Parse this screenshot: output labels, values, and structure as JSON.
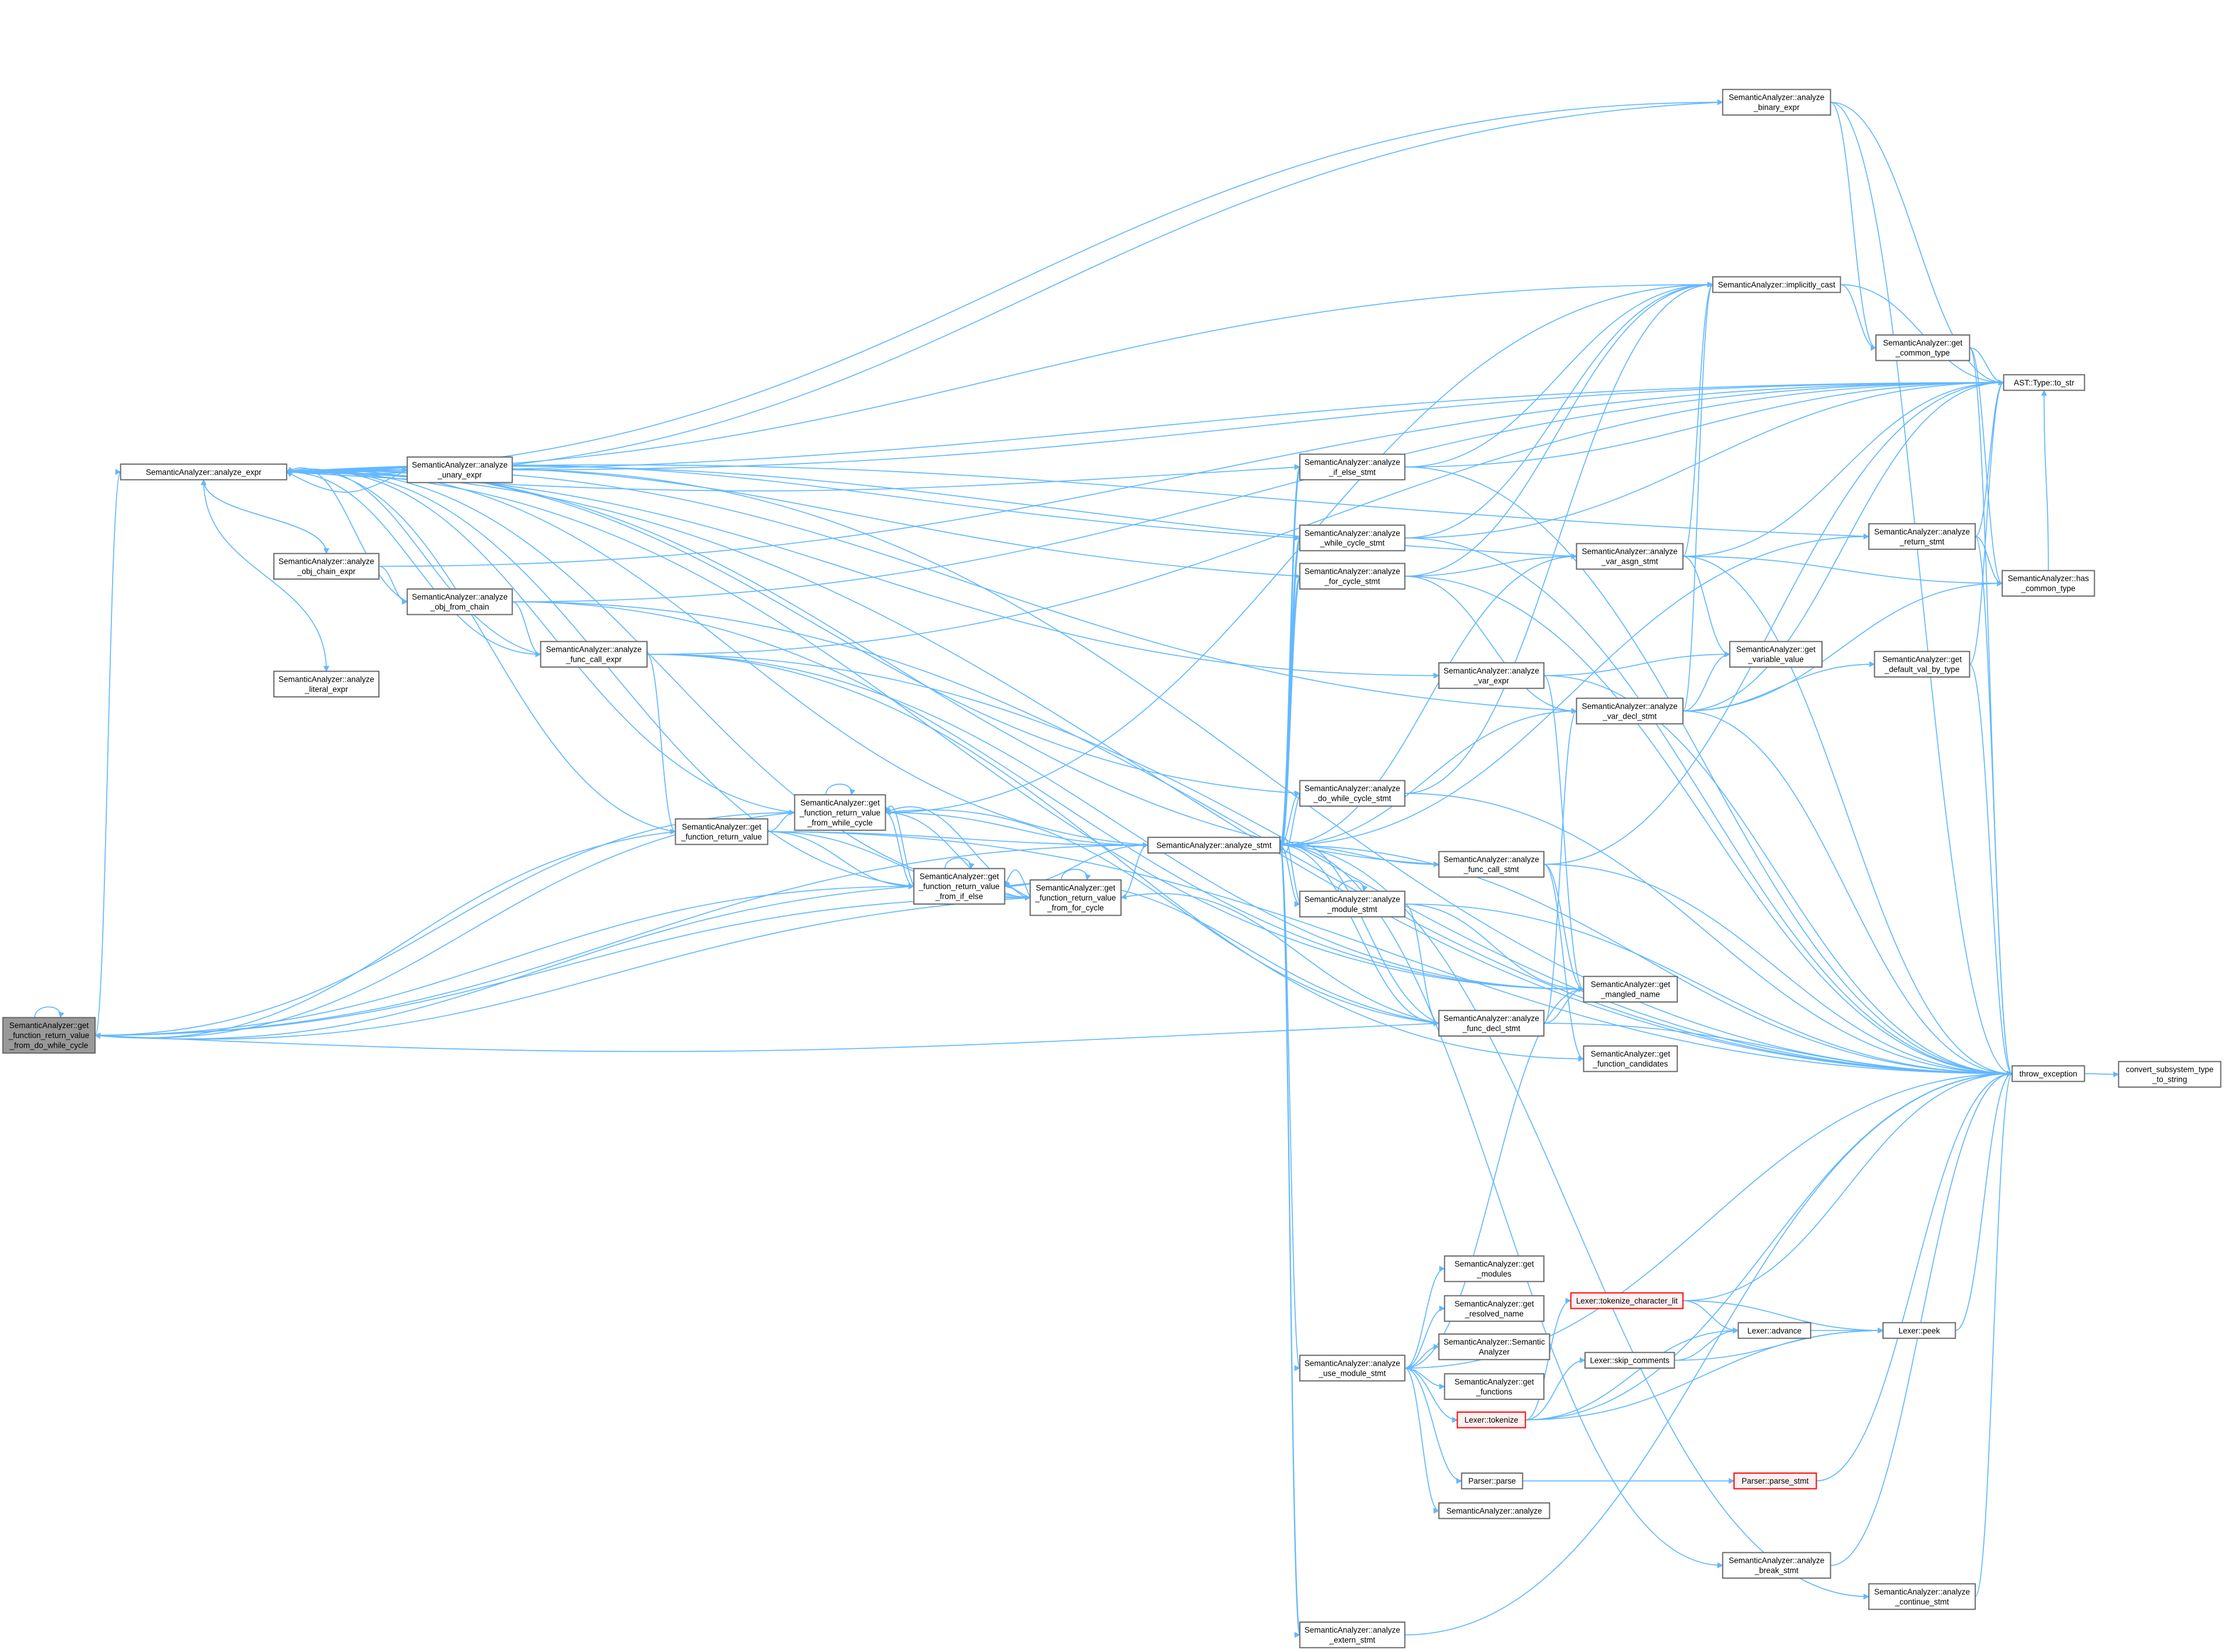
{
  "graph": {
    "type": "call-graph",
    "edge_color": "#63b8ff",
    "root_fill": "#999999",
    "unresolved_border": "#ff0000",
    "nodes": {
      "root": {
        "lines": [
          "SemanticAnalyzer::get",
          "_function_return_value",
          "_from_do_while_cycle"
        ],
        "style": "root"
      },
      "expr": {
        "lines": [
          "SemanticAnalyzer::analyze_expr"
        ]
      },
      "unary": {
        "lines": [
          "SemanticAnalyzer::analyze",
          "_unary_expr"
        ]
      },
      "objchain": {
        "lines": [
          "SemanticAnalyzer::analyze",
          "_obj_chain_expr"
        ]
      },
      "objfrom": {
        "lines": [
          "SemanticAnalyzer::analyze",
          "_obj_from_chain"
        ]
      },
      "funccallexpr": {
        "lines": [
          "SemanticAnalyzer::analyze",
          "_func_call_expr"
        ]
      },
      "literal": {
        "lines": [
          "SemanticAnalyzer::analyze",
          "_literal_expr"
        ]
      },
      "gfrv": {
        "lines": [
          "SemanticAnalyzer::get",
          "_function_return_value"
        ]
      },
      "fwhile": {
        "lines": [
          "SemanticAnalyzer::get",
          "_function_return_value",
          "_from_while_cycle"
        ]
      },
      "fifelse": {
        "lines": [
          "SemanticAnalyzer::get",
          "_function_return_value",
          "_from_if_else"
        ]
      },
      "ffor": {
        "lines": [
          "SemanticAnalyzer::get",
          "_function_return_value",
          "_from_for_cycle"
        ]
      },
      "stmt": {
        "lines": [
          "SemanticAnalyzer::analyze_stmt"
        ]
      },
      "ifelsestmt": {
        "lines": [
          "SemanticAnalyzer::analyze",
          "_if_else_stmt"
        ]
      },
      "whilestmt": {
        "lines": [
          "SemanticAnalyzer::analyze",
          "_while_cycle_stmt"
        ]
      },
      "forstmt": {
        "lines": [
          "SemanticAnalyzer::analyze",
          "_for_cycle_stmt"
        ]
      },
      "dowhilestmt": {
        "lines": [
          "SemanticAnalyzer::analyze",
          "_do_while_cycle_stmt"
        ]
      },
      "modulestmt": {
        "lines": [
          "SemanticAnalyzer::analyze",
          "_module_stmt"
        ]
      },
      "usemodule": {
        "lines": [
          "SemanticAnalyzer::analyze",
          "_use_module_stmt"
        ]
      },
      "externstmt": {
        "lines": [
          "SemanticAnalyzer::analyze",
          "_extern_stmt"
        ]
      },
      "varexpr": {
        "lines": [
          "SemanticAnalyzer::analyze",
          "_var_expr"
        ]
      },
      "funccallstmt": {
        "lines": [
          "SemanticAnalyzer::analyze",
          "_func_call_stmt"
        ]
      },
      "funcdecl": {
        "lines": [
          "SemanticAnalyzer::analyze",
          "_func_decl_stmt"
        ]
      },
      "getmodules": {
        "lines": [
          "SemanticAnalyzer::get",
          "_modules"
        ]
      },
      "resolved": {
        "lines": [
          "SemanticAnalyzer::get",
          "_resolved_name"
        ]
      },
      "ctor": {
        "lines": [
          "SemanticAnalyzer::Semantic",
          "Analyzer"
        ]
      },
      "getfunctions": {
        "lines": [
          "SemanticAnalyzer::get",
          "_functions"
        ]
      },
      "tokenize": {
        "lines": [
          "Lexer::tokenize"
        ],
        "style": "red"
      },
      "parse": {
        "lines": [
          "Parser::parse"
        ]
      },
      "analyze": {
        "lines": [
          "SemanticAnalyzer::analyze"
        ]
      },
      "varasgn": {
        "lines": [
          "SemanticAnalyzer::analyze",
          "_var_asgn_stmt"
        ]
      },
      "vardecl": {
        "lines": [
          "SemanticAnalyzer::analyze",
          "_var_decl_stmt"
        ]
      },
      "mangled": {
        "lines": [
          "SemanticAnalyzer::get",
          "_mangled_name"
        ]
      },
      "candidates": {
        "lines": [
          "SemanticAnalyzer::get",
          "_function_candidates"
        ]
      },
      "charlit": {
        "lines": [
          "Lexer::tokenize_character_lit"
        ],
        "style": "red"
      },
      "skipcomments": {
        "lines": [
          "Lexer::skip_comments"
        ]
      },
      "binary": {
        "lines": [
          "SemanticAnalyzer::analyze",
          "_binary_expr"
        ]
      },
      "implicit": {
        "lines": [
          "SemanticAnalyzer::implicitly_cast"
        ]
      },
      "varvalue": {
        "lines": [
          "SemanticAnalyzer::get",
          "_variable_value"
        ]
      },
      "advance": {
        "lines": [
          "Lexer::advance"
        ]
      },
      "parsestmt": {
        "lines": [
          "Parser::parse_stmt"
        ],
        "style": "red"
      },
      "breakstmt": {
        "lines": [
          "SemanticAnalyzer::analyze",
          "_break_stmt"
        ]
      },
      "commontype": {
        "lines": [
          "SemanticAnalyzer::get",
          "_common_type"
        ]
      },
      "returnstmt": {
        "lines": [
          "SemanticAnalyzer::analyze",
          "_return_stmt"
        ]
      },
      "defaultval": {
        "lines": [
          "SemanticAnalyzer::get",
          "_default_val_by_type"
        ]
      },
      "continuestmt": {
        "lines": [
          "SemanticAnalyzer::analyze",
          "_continue_stmt"
        ]
      },
      "peek": {
        "lines": [
          "Lexer::peek"
        ]
      },
      "tostr": {
        "lines": [
          "AST::Type::to_str"
        ]
      },
      "hascommon": {
        "lines": [
          "SemanticAnalyzer::has",
          "_common_type"
        ]
      },
      "throw": {
        "lines": [
          "throw_exception"
        ]
      },
      "convert": {
        "lines": [
          "convert_subsystem_type",
          "_to_string"
        ]
      }
    },
    "edges": [
      [
        "root",
        "root"
      ],
      [
        "root",
        "expr"
      ],
      [
        "root",
        "fwhile"
      ],
      [
        "root",
        "fifelse"
      ],
      [
        "root",
        "ffor"
      ],
      [
        "root",
        "stmt"
      ],
      [
        "expr",
        "unary"
      ],
      [
        "expr",
        "objchain"
      ],
      [
        "expr",
        "literal"
      ],
      [
        "expr",
        "funccallexpr"
      ],
      [
        "expr",
        "binary"
      ],
      [
        "expr",
        "implicit"
      ],
      [
        "expr",
        "tostr"
      ],
      [
        "expr",
        "throw"
      ],
      [
        "expr",
        "mangled"
      ],
      [
        "expr",
        "varexpr"
      ],
      [
        "unary",
        "expr"
      ],
      [
        "unary",
        "tostr"
      ],
      [
        "unary",
        "throw"
      ],
      [
        "objchain",
        "expr"
      ],
      [
        "objchain",
        "objfrom"
      ],
      [
        "objchain",
        "tostr"
      ],
      [
        "objfrom",
        "expr"
      ],
      [
        "objfrom",
        "funccallexpr"
      ],
      [
        "objfrom",
        "tostr"
      ],
      [
        "objfrom",
        "throw"
      ],
      [
        "objfrom",
        "mangled"
      ],
      [
        "funccallexpr",
        "expr"
      ],
      [
        "funccallexpr",
        "gfrv"
      ],
      [
        "funccallexpr",
        "candidates"
      ],
      [
        "funccallexpr",
        "throw"
      ],
      [
        "funccallexpr",
        "tostr"
      ],
      [
        "funccallexpr",
        "mangled"
      ],
      [
        "gfrv",
        "expr"
      ],
      [
        "gfrv",
        "fwhile"
      ],
      [
        "gfrv",
        "fifelse"
      ],
      [
        "gfrv",
        "ffor"
      ],
      [
        "gfrv",
        "root"
      ],
      [
        "gfrv",
        "stmt"
      ],
      [
        "gfrv",
        "throw"
      ],
      [
        "fwhile",
        "fwhile"
      ],
      [
        "fwhile",
        "expr"
      ],
      [
        "fwhile",
        "fifelse"
      ],
      [
        "fwhile",
        "ffor"
      ],
      [
        "fwhile",
        "root"
      ],
      [
        "fwhile",
        "stmt"
      ],
      [
        "fwhile",
        "implicit"
      ],
      [
        "fifelse",
        "fifelse"
      ],
      [
        "fifelse",
        "expr"
      ],
      [
        "fifelse",
        "fwhile"
      ],
      [
        "fifelse",
        "ffor"
      ],
      [
        "fifelse",
        "root"
      ],
      [
        "fifelse",
        "stmt"
      ],
      [
        "ffor",
        "ffor"
      ],
      [
        "ffor",
        "expr"
      ],
      [
        "ffor",
        "fwhile"
      ],
      [
        "ffor",
        "fifelse"
      ],
      [
        "ffor",
        "root"
      ],
      [
        "ffor",
        "stmt"
      ],
      [
        "stmt",
        "ifelsestmt"
      ],
      [
        "stmt",
        "whilestmt"
      ],
      [
        "stmt",
        "forstmt"
      ],
      [
        "stmt",
        "dowhilestmt"
      ],
      [
        "stmt",
        "modulestmt"
      ],
      [
        "stmt",
        "usemodule"
      ],
      [
        "stmt",
        "externstmt"
      ],
      [
        "stmt",
        "funccallstmt"
      ],
      [
        "stmt",
        "funcdecl"
      ],
      [
        "stmt",
        "varasgn"
      ],
      [
        "stmt",
        "vardecl"
      ],
      [
        "stmt",
        "returnstmt"
      ],
      [
        "stmt",
        "breakstmt"
      ],
      [
        "stmt",
        "continuestmt"
      ],
      [
        "stmt",
        "expr"
      ],
      [
        "stmt",
        "throw"
      ],
      [
        "ifelsestmt",
        "expr"
      ],
      [
        "ifelsestmt",
        "stmt"
      ],
      [
        "ifelsestmt",
        "implicit"
      ],
      [
        "ifelsestmt",
        "tostr"
      ],
      [
        "ifelsestmt",
        "throw"
      ],
      [
        "whilestmt",
        "expr"
      ],
      [
        "whilestmt",
        "stmt"
      ],
      [
        "whilestmt",
        "implicit"
      ],
      [
        "whilestmt",
        "tostr"
      ],
      [
        "whilestmt",
        "throw"
      ],
      [
        "forstmt",
        "expr"
      ],
      [
        "forstmt",
        "stmt"
      ],
      [
        "forstmt",
        "vardecl"
      ],
      [
        "forstmt",
        "varasgn"
      ],
      [
        "forstmt",
        "implicit"
      ],
      [
        "forstmt",
        "throw"
      ],
      [
        "dowhilestmt",
        "expr"
      ],
      [
        "dowhilestmt",
        "stmt"
      ],
      [
        "dowhilestmt",
        "implicit"
      ],
      [
        "dowhilestmt",
        "throw"
      ],
      [
        "modulestmt",
        "modulestmt"
      ],
      [
        "modulestmt",
        "stmt"
      ],
      [
        "modulestmt",
        "funcdecl"
      ],
      [
        "modulestmt",
        "mangled"
      ],
      [
        "modulestmt",
        "throw"
      ],
      [
        "usemodule",
        "getmodules"
      ],
      [
        "usemodule",
        "resolved"
      ],
      [
        "usemodule",
        "ctor"
      ],
      [
        "usemodule",
        "getfunctions"
      ],
      [
        "usemodule",
        "tokenize"
      ],
      [
        "usemodule",
        "parse"
      ],
      [
        "usemodule",
        "analyze"
      ],
      [
        "usemodule",
        "mangled"
      ],
      [
        "usemodule",
        "throw"
      ],
      [
        "externstmt",
        "stmt"
      ],
      [
        "externstmt",
        "throw"
      ],
      [
        "varexpr",
        "varvalue"
      ],
      [
        "varexpr",
        "mangled"
      ],
      [
        "varexpr",
        "throw"
      ],
      [
        "funccallstmt",
        "expr"
      ],
      [
        "funccallstmt",
        "mangled"
      ],
      [
        "funccallstmt",
        "candidates"
      ],
      [
        "funccallstmt",
        "throw"
      ],
      [
        "funccallstmt",
        "tostr"
      ],
      [
        "funcdecl",
        "stmt"
      ],
      [
        "funcdecl",
        "fwhile"
      ],
      [
        "funcdecl",
        "fifelse"
      ],
      [
        "funcdecl",
        "ffor"
      ],
      [
        "funcdecl",
        "root"
      ],
      [
        "funcdecl",
        "mangled"
      ],
      [
        "funcdecl",
        "vardecl"
      ],
      [
        "funcdecl",
        "throw"
      ],
      [
        "varasgn",
        "expr"
      ],
      [
        "varasgn",
        "implicit"
      ],
      [
        "varasgn",
        "varvalue"
      ],
      [
        "varasgn",
        "tostr"
      ],
      [
        "varasgn",
        "hascommon"
      ],
      [
        "varasgn",
        "throw"
      ],
      [
        "vardecl",
        "expr"
      ],
      [
        "vardecl",
        "implicit"
      ],
      [
        "vardecl",
        "defaultval"
      ],
      [
        "vardecl",
        "varvalue"
      ],
      [
        "vardecl",
        "tostr"
      ],
      [
        "vardecl",
        "hascommon"
      ],
      [
        "vardecl",
        "throw"
      ],
      [
        "binary",
        "expr"
      ],
      [
        "binary",
        "commontype"
      ],
      [
        "binary",
        "tostr"
      ],
      [
        "binary",
        "throw"
      ],
      [
        "implicit",
        "commontype"
      ],
      [
        "implicit",
        "tostr"
      ],
      [
        "commontype",
        "tostr"
      ],
      [
        "commontype",
        "hascommon"
      ],
      [
        "commontype",
        "throw"
      ],
      [
        "returnstmt",
        "expr"
      ],
      [
        "returnstmt",
        "tostr"
      ],
      [
        "returnstmt",
        "hascommon"
      ],
      [
        "returnstmt",
        "throw"
      ],
      [
        "defaultval",
        "tostr"
      ],
      [
        "defaultval",
        "throw"
      ],
      [
        "hascommon",
        "tostr"
      ],
      [
        "throw",
        "convert"
      ],
      [
        "tokenize",
        "charlit"
      ],
      [
        "tokenize",
        "skipcomments"
      ],
      [
        "tokenize",
        "advance"
      ],
      [
        "tokenize",
        "peek"
      ],
      [
        "tokenize",
        "throw"
      ],
      [
        "charlit",
        "advance"
      ],
      [
        "charlit",
        "peek"
      ],
      [
        "charlit",
        "throw"
      ],
      [
        "skipcomments",
        "advance"
      ],
      [
        "skipcomments",
        "peek"
      ],
      [
        "advance",
        "peek"
      ],
      [
        "peek",
        "throw"
      ],
      [
        "parse",
        "parsestmt"
      ],
      [
        "parsestmt",
        "throw"
      ],
      [
        "breakstmt",
        "throw"
      ],
      [
        "continuestmt",
        "throw"
      ]
    ]
  }
}
